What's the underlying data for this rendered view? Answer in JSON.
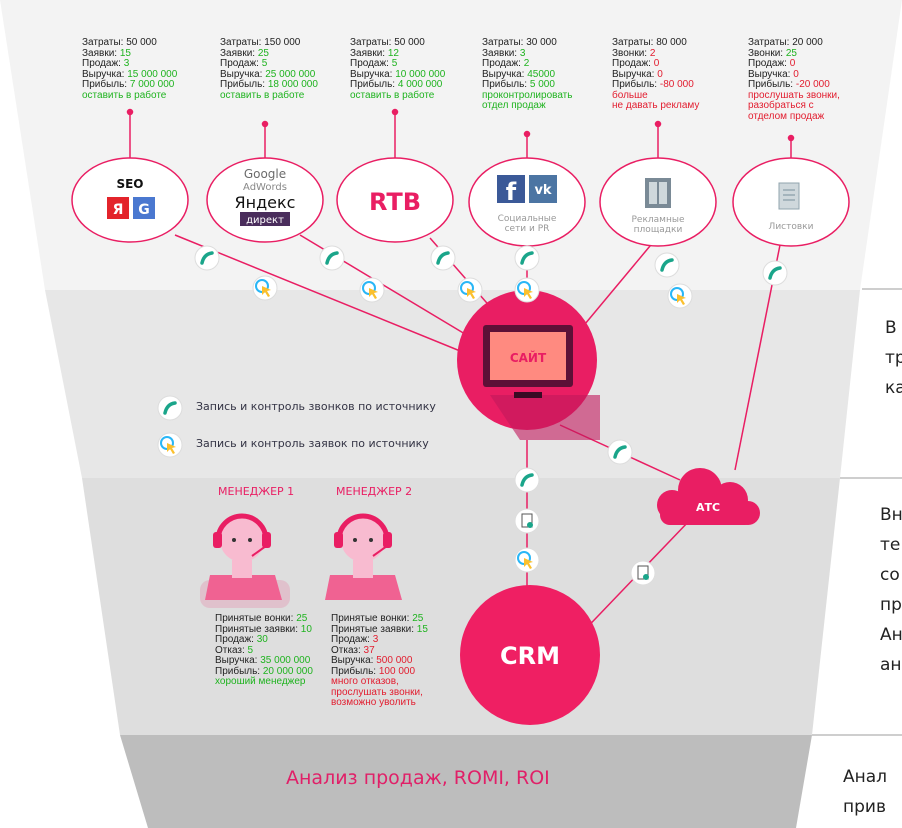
{
  "sources": [
    {
      "name": "SEO",
      "stats": [
        [
          "Затраты: ",
          "50 000",
          ""
        ],
        [
          "Заявки: ",
          "15",
          "g"
        ],
        [
          "Продаж: ",
          "3",
          "g"
        ],
        [
          "Выручка: ",
          "15 000 000",
          "g"
        ],
        [
          "Прибыль: ",
          "7 000 000",
          "g"
        ]
      ],
      "note": [
        "оставить в работе"
      ],
      "note_color": "g"
    },
    {
      "name": "Google AdWords Яндекс директ",
      "stats": [
        [
          "Затраты: ",
          "150 000",
          ""
        ],
        [
          "Заявки: ",
          "25",
          "g"
        ],
        [
          "Продаж: ",
          "5",
          "g"
        ],
        [
          "Выручка: ",
          "25 000 000",
          "g"
        ],
        [
          "Прибыль: ",
          "18 000 000",
          "g"
        ]
      ],
      "note": [
        "оставить в работе"
      ],
      "note_color": "g"
    },
    {
      "name": "RTB",
      "stats": [
        [
          "Затраты: ",
          "50 000",
          ""
        ],
        [
          "Заявки: ",
          "12",
          "g"
        ],
        [
          "Продаж: ",
          "5",
          "g"
        ],
        [
          "Выручка: ",
          "10 000 000",
          "g"
        ],
        [
          "Прибыль: ",
          "4 000 000",
          "g"
        ]
      ],
      "note": [
        "оставить в работе"
      ],
      "note_color": "g"
    },
    {
      "name": "Социальные сети и PR",
      "stats": [
        [
          "Затраты: ",
          "30 000",
          ""
        ],
        [
          "Заявки: ",
          "3",
          "g"
        ],
        [
          "Продаж: ",
          "2",
          "g"
        ],
        [
          "Выручка: ",
          "45000",
          "g"
        ],
        [
          "Прибыль: ",
          "5 000",
          "g"
        ]
      ],
      "note": [
        "проконтролировать",
        "отдел продаж"
      ],
      "note_color": "g"
    },
    {
      "name": "Рекламные площадки",
      "stats": [
        [
          "Затраты: ",
          "80 000",
          ""
        ],
        [
          "Звонки: ",
          "2",
          "r"
        ],
        [
          "Продаж: ",
          "0",
          "r"
        ],
        [
          "Выручка: ",
          "0",
          "r"
        ],
        [
          "Прибыль: ",
          "-80 000",
          "r"
        ]
      ],
      "note": [
        "больше",
        "не давать рекламу"
      ],
      "note_color": "r"
    },
    {
      "name": "Листовки",
      "stats": [
        [
          "Затраты: ",
          "20 000",
          ""
        ],
        [
          "Звонки: ",
          "25",
          "g"
        ],
        [
          "Продаж: ",
          "0",
          "r"
        ],
        [
          "Выручка: ",
          "0",
          "r"
        ],
        [
          "Прибыль: ",
          "-20 000",
          "r"
        ]
      ],
      "note": [
        "прослушать звонки,",
        "разобраться с",
        "отделом продаж"
      ],
      "note_color": "r"
    }
  ],
  "logos": {
    "seo": "SEO",
    "ya": "Я",
    "g": "G",
    "google": "Google",
    "adwords": "AdWords",
    "yandex": "Яндекс",
    "direkt": "директ",
    "rtb": "RTB",
    "fb": "f",
    "vk": "vk",
    "social": [
      "Социальные",
      "сети и PR"
    ],
    "ads": [
      "Рекламные",
      "площадки"
    ],
    "flyers": "Листовки"
  },
  "site_label": "САЙТ",
  "atc_label": "АТС",
  "crm_label": "CRM",
  "legend": {
    "calls": "Запись и контроль звонков по источнику",
    "requests": "Запись и контроль заявок по источнику"
  },
  "managers": [
    {
      "title": "МЕНЕДЖЕР 1",
      "stats": [
        [
          "Принятые вонки: ",
          "25",
          "g"
        ],
        [
          "Принятые заявки: ",
          "10",
          "g"
        ],
        [
          "Продаж: ",
          "30",
          "g"
        ],
        [
          "Отказ: ",
          "5",
          "g"
        ],
        [
          "Выручка: ",
          "35 000 000",
          "g"
        ],
        [
          "Прибыль: ",
          "20 000 000",
          "g"
        ]
      ],
      "note": [
        "хороший менеджер"
      ],
      "note_color": "g"
    },
    {
      "title": "МЕНЕДЖЕР 2",
      "stats": [
        [
          "Принятые вонки: ",
          "25",
          "g"
        ],
        [
          "Принятые заявки: ",
          "15",
          "g"
        ],
        [
          "Продаж: ",
          "3",
          "r"
        ],
        [
          "Отказ: ",
          "37",
          "r"
        ],
        [
          "Выручка: ",
          "500 000",
          "r"
        ],
        [
          "Прибыль: ",
          "100 000",
          "r"
        ]
      ],
      "note": [
        "много отказов,",
        "прослушать звонки,",
        "возможно уволить"
      ],
      "note_color": "r"
    }
  ],
  "bottom_text": "Анализ продаж, ROMI, ROI",
  "side_texts": [
    [
      "В",
      "тр",
      "ка"
    ],
    [
      "Вн",
      "те",
      "со",
      "пр",
      "Ан",
      "ан"
    ],
    [
      "Анал",
      "прив"
    ]
  ],
  "colors": {
    "accent": "#e91e63",
    "green": "#1fb31f",
    "red": "#e21d2f",
    "teal": "#1aa58a"
  }
}
